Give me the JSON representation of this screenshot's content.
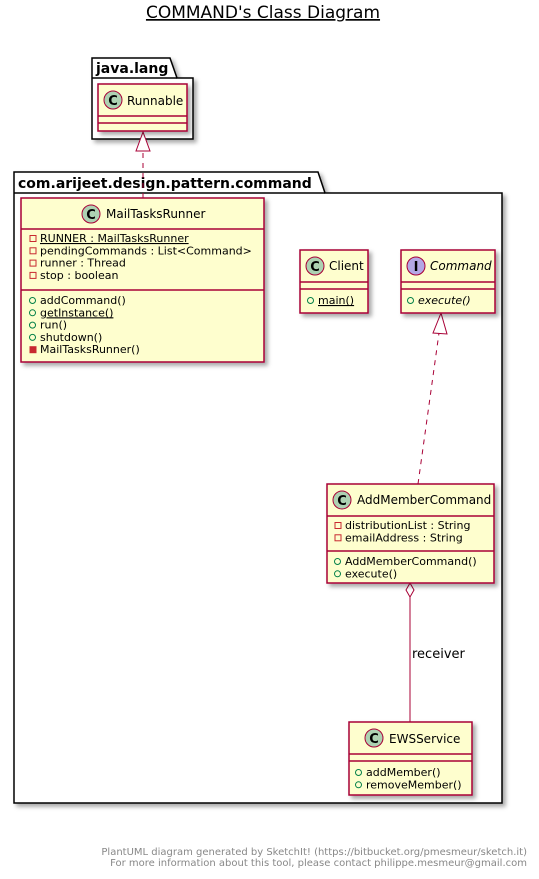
{
  "title": "COMMAND's Class Diagram",
  "packages": {
    "java_lang": {
      "name": "java.lang"
    },
    "command": {
      "name": "com.arijeet.design.pattern.command"
    }
  },
  "classes": {
    "runnable": {
      "stereotype": "C",
      "name": "Runnable",
      "fields": [],
      "methods": []
    },
    "mailtasksrunner": {
      "stereotype": "C",
      "name": "MailTasksRunner",
      "fields": [
        {
          "vis": "private",
          "text": "RUNNER : MailTasksRunner",
          "static": true
        },
        {
          "vis": "private",
          "text": "pendingCommands : List<Command>",
          "static": false
        },
        {
          "vis": "private",
          "text": "runner : Thread",
          "static": false
        },
        {
          "vis": "private",
          "text": "stop : boolean",
          "static": false
        }
      ],
      "methods": [
        {
          "vis": "public",
          "text": "addCommand()",
          "static": false
        },
        {
          "vis": "public",
          "text": "getInstance()",
          "static": true
        },
        {
          "vis": "public",
          "text": "run()",
          "static": false
        },
        {
          "vis": "public",
          "text": "shutdown()",
          "static": false
        },
        {
          "vis": "private",
          "text": "MailTasksRunner()",
          "static": false
        }
      ]
    },
    "client": {
      "stereotype": "C",
      "name": "Client",
      "fields": [],
      "methods": [
        {
          "vis": "public",
          "text": "main()",
          "static": true
        }
      ]
    },
    "command": {
      "stereotype": "I",
      "name": "Command",
      "fields": [],
      "methods": [
        {
          "vis": "public",
          "text": "execute()",
          "static": false,
          "abstract": true
        }
      ]
    },
    "addmembercommand": {
      "stereotype": "C",
      "name": "AddMemberCommand",
      "fields": [
        {
          "vis": "private",
          "text": "distributionList : String",
          "static": false
        },
        {
          "vis": "private",
          "text": "emailAddress : String",
          "static": false
        }
      ],
      "methods": [
        {
          "vis": "public",
          "text": "AddMemberCommand()",
          "static": false
        },
        {
          "vis": "public",
          "text": "execute()",
          "static": false
        }
      ]
    },
    "ewsservice": {
      "stereotype": "C",
      "name": "EWSService",
      "fields": [],
      "methods": [
        {
          "vis": "public",
          "text": "addMember()",
          "static": false
        },
        {
          "vis": "public",
          "text": "removeMember()",
          "static": false
        }
      ]
    }
  },
  "edges": {
    "receiver_label": "receiver"
  },
  "footer": {
    "line1": "PlantUML diagram generated by SketchIt! (https://bitbucket.org/pmesmeur/sketch.it)",
    "line2": "For more information about this tool, please contact philippe.mesmeur@gmail.com"
  },
  "colors": {
    "class_fill": "#FEFECE",
    "class_border": "#A80036",
    "class_badge": "#ADD1B2",
    "interface_badge": "#B4A7E5",
    "private_marker": "#C82930",
    "public_marker": "#84BE84",
    "edge": "#A80036"
  }
}
